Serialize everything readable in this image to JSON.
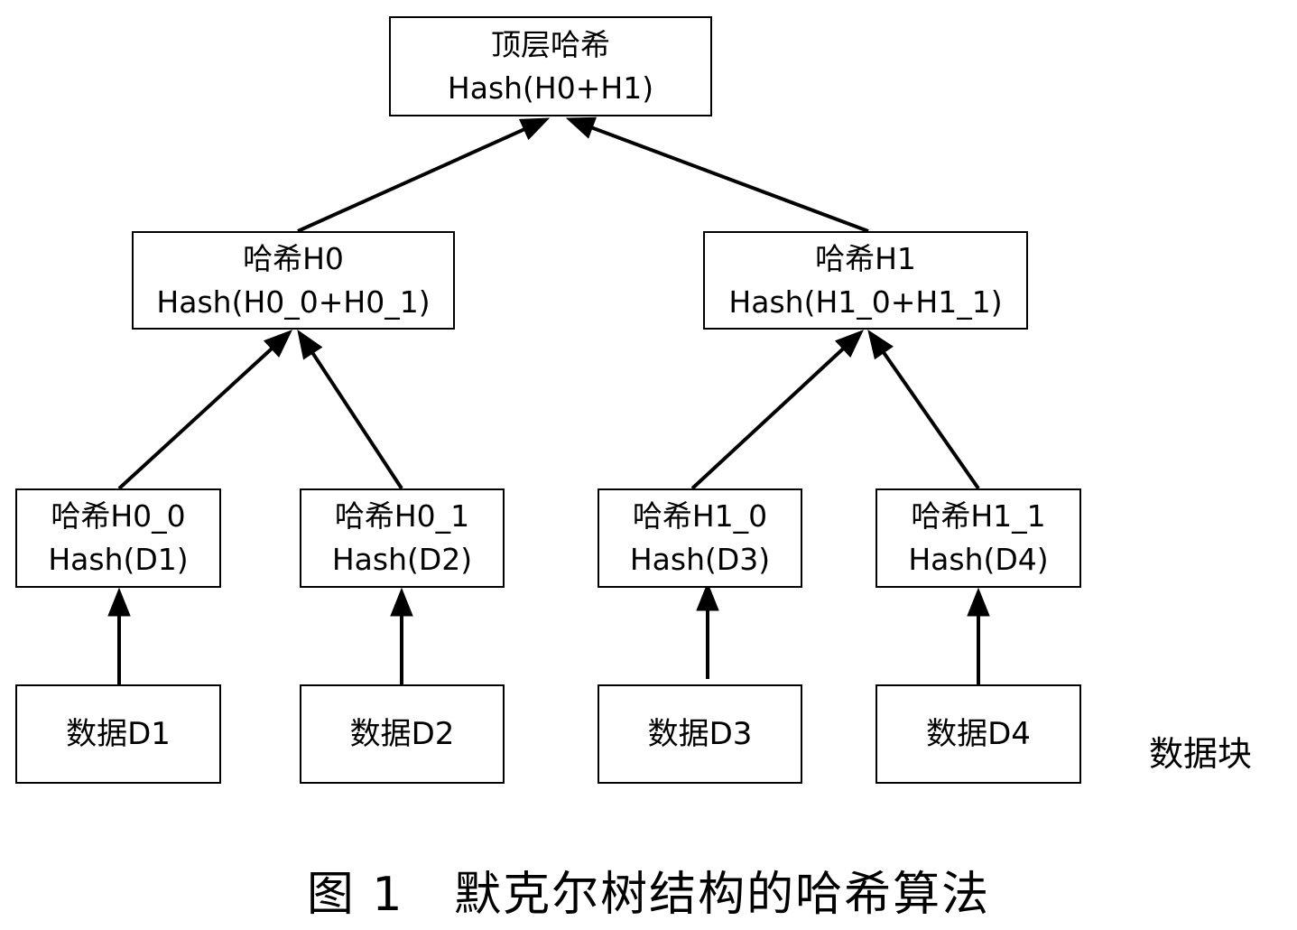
{
  "root": {
    "title": "顶层哈希",
    "formula": "Hash(H0+H1)"
  },
  "level1": [
    {
      "title": "哈希H0",
      "formula": "Hash(H0_0+H0_1)"
    },
    {
      "title": "哈希H1",
      "formula": "Hash(H1_0+H1_1)"
    }
  ],
  "level2": [
    {
      "title": "哈希H0_0",
      "formula": "Hash(D1)"
    },
    {
      "title": "哈希H0_1",
      "formula": "Hash(D2)"
    },
    {
      "title": "哈希H1_0",
      "formula": "Hash(D3)"
    },
    {
      "title": "哈希H1_1",
      "formula": "Hash(D4)"
    }
  ],
  "data_blocks": [
    "数据D1",
    "数据D2",
    "数据D3",
    "数据D4"
  ],
  "data_blocks_label": "数据块",
  "caption": "图 1   默克尔树结构的哈希算法"
}
